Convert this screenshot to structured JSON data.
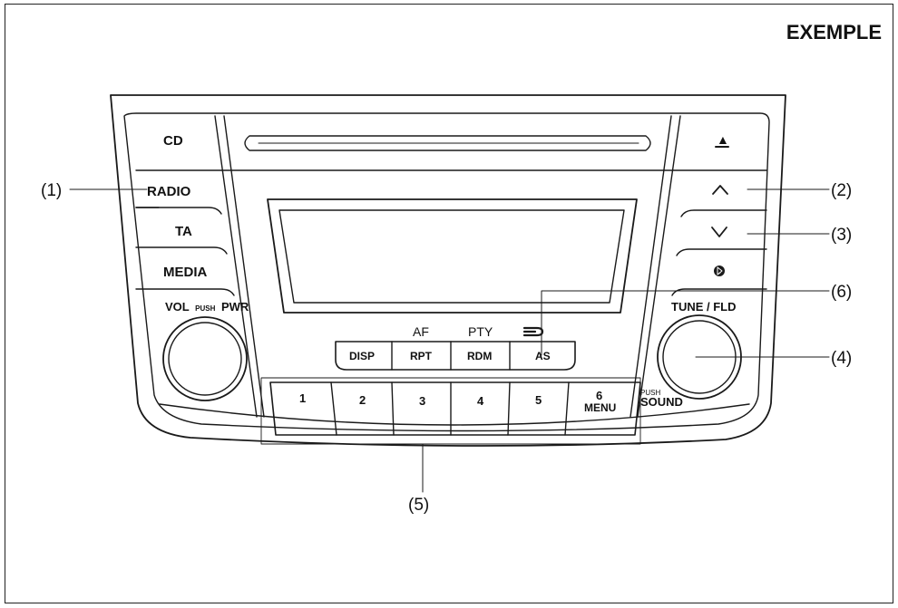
{
  "title": "EXEMPLE",
  "callouts": {
    "c1": "(1)",
    "c2": "(2)",
    "c3": "(3)",
    "c4": "(4)",
    "c5": "(5)",
    "c6": "(6)"
  },
  "left_buttons": {
    "cd": "CD",
    "radio": "RADIO",
    "ta": "TA",
    "media": "MEDIA"
  },
  "right_buttons": {
    "eject": "▲",
    "up": "∧",
    "down": "∨",
    "bluetooth": "ʙ"
  },
  "knobs": {
    "vol_left": "VOL",
    "vol_push": "PUSH",
    "vol_right": "PWR",
    "tune": "TUNE / FLD",
    "sound_push": "PUSH",
    "sound": "SOUND"
  },
  "function_row": {
    "disp": "DISP",
    "rpt": "RPT",
    "rdm": "RDM",
    "as": "AS",
    "af": "AF",
    "pty": "PTY"
  },
  "presets": [
    "1",
    "2",
    "3",
    "4",
    "5",
    "6"
  ],
  "preset_menu": "MENU",
  "colors": {
    "line": "#1a1a1a",
    "background": "#ffffff"
  }
}
